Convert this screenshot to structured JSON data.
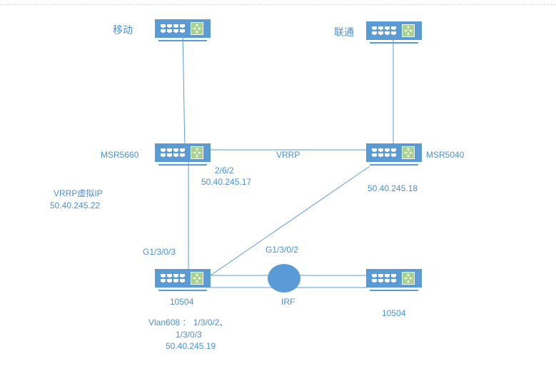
{
  "diagram": {
    "devices": [
      {
        "id": "mobile",
        "name": "移动"
      },
      {
        "id": "unicom",
        "name": "联通"
      },
      {
        "id": "msr5660",
        "name": "MSR5660"
      },
      {
        "id": "msr5040",
        "name": "MSR5040"
      },
      {
        "id": "sw1",
        "name": "10504"
      },
      {
        "id": "sw2",
        "name": "10504"
      }
    ],
    "labels": {
      "vrrp": "VRRP",
      "msr5660_port": "2/6/2",
      "msr5660_ip": "50.40.245.17",
      "msr5040_ip": "50.40.245.18",
      "vrrp_vip_title": "VRRP虚拟IP",
      "vrrp_vip": "50.40.245.22",
      "g1_3_0_3": "G1/3/0/3",
      "g1_3_0_2": "G1/3/0/2",
      "irf": "IRF",
      "vlan_line1": "Vlan608 ： 1/3/0/2、",
      "vlan_line2": "1/3/0/3",
      "vlan_ip": "50.40.245.19"
    },
    "links": [
      {
        "from": "mobile",
        "to": "msr5660"
      },
      {
        "from": "unicom",
        "to": "msr5040"
      },
      {
        "from": "msr5660",
        "to": "msr5040",
        "label": "VRRP"
      },
      {
        "from": "msr5660",
        "to": "sw1"
      },
      {
        "from": "msr5040",
        "to": "sw1"
      },
      {
        "from": "sw1",
        "to": "sw2",
        "via": "IRF"
      }
    ],
    "colors": {
      "device": "#5b9bd5",
      "module": "#a9d18e",
      "text": "#4a8fd0",
      "line": "#5b9bd5"
    }
  }
}
